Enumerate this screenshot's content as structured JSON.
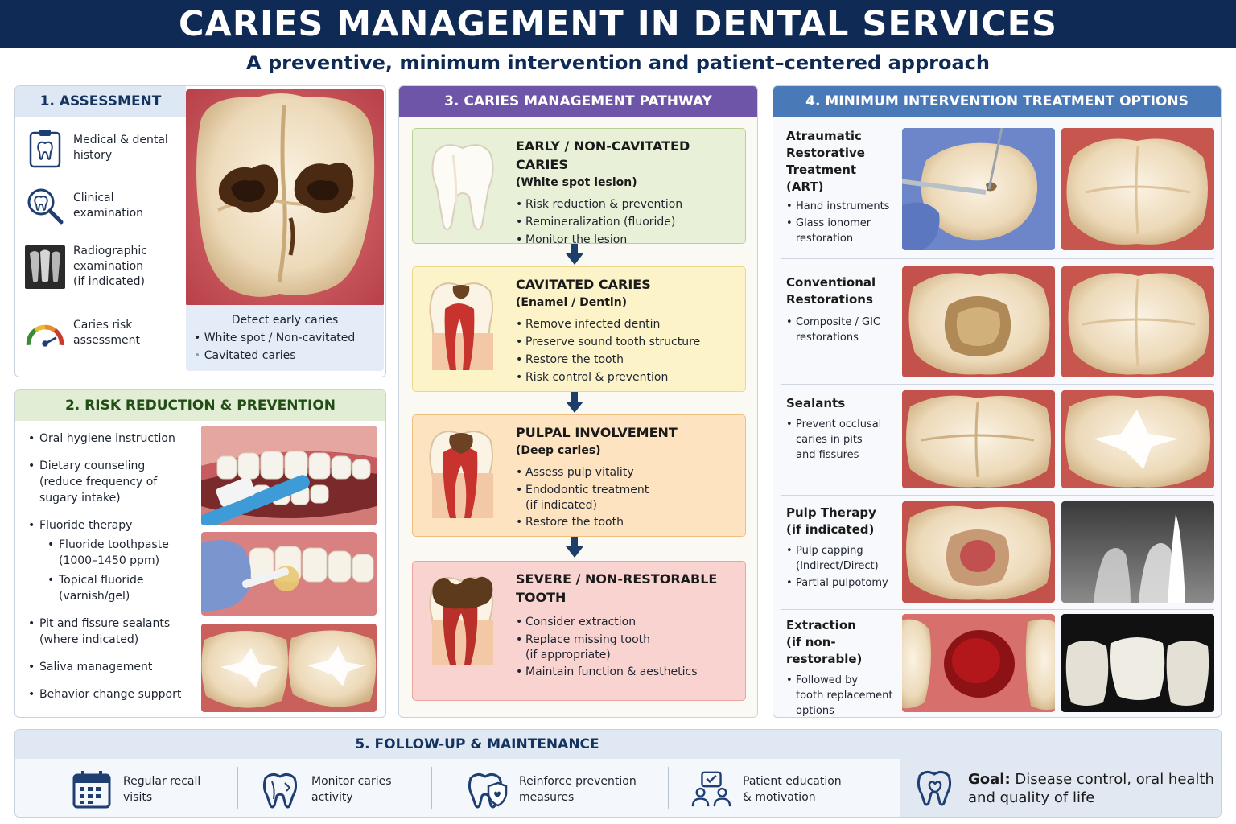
{
  "header": {
    "title": "CARIES MANAGEMENT IN DENTAL SERVICES",
    "subtitle": "A preventive, minimum intervention and patient–centered approach"
  },
  "assessment": {
    "title": "1. ASSESSMENT",
    "items": [
      {
        "icon": "clipboard-tooth-icon",
        "line1": "Medical & dental",
        "line2": "history",
        "line3": ""
      },
      {
        "icon": "magnifier-tooth-icon",
        "line1": "Clinical",
        "line2": "examination",
        "line3": ""
      },
      {
        "icon": "xray-icon",
        "line1": "Radiographic",
        "line2": "examination",
        "line3": "(if indicated)"
      },
      {
        "icon": "risk-gauge-icon",
        "line1": "Caries risk",
        "line2": "assessment",
        "line3": ""
      }
    ],
    "detect_title": "Detect early caries",
    "detect_items": [
      "White spot / Non-cavitated",
      "Cavitated caries"
    ]
  },
  "prevention": {
    "title": "2. RISK REDUCTION & PREVENTION",
    "items": {
      "oral_hygiene": "Oral hygiene instruction",
      "dietary_1": "Dietary counseling",
      "dietary_2": "(reduce frequency of",
      "dietary_3": "sugary intake)",
      "fluoride": "Fluoride therapy",
      "toothpaste_1": "Fluoride toothpaste",
      "toothpaste_2": "(1000–1450 ppm)",
      "topical_1": "Topical fluoride",
      "topical_2": "(varnish/gel)",
      "sealants_1": "Pit and fissure sealants",
      "sealants_2": "(where indicated)",
      "saliva": "Saliva management",
      "behavior": "Behavior change support"
    }
  },
  "pathway": {
    "title": "3. CARIES MANAGEMENT PATHWAY",
    "stages": [
      {
        "title": "EARLY / NON-CAVITATED CARIES",
        "subtitle": "(White spot lesion)",
        "items": [
          "Risk reduction & prevention",
          "Remineralization (fluoride)",
          "Monitor the lesion"
        ]
      },
      {
        "title": "CAVITATED CARIES",
        "subtitle": "(Enamel / Dentin)",
        "items": [
          "Remove infected dentin",
          "Preserve sound tooth structure",
          "Restore the tooth",
          "Risk control & prevention"
        ]
      },
      {
        "title": "PULPAL INVOLVEMENT",
        "subtitle": "(Deep caries)",
        "items": [
          "Assess pulp vitality",
          "Endodontic treatment",
          "Restore the tooth"
        ],
        "cont": "(if indicated)"
      },
      {
        "title": "SEVERE / NON-RESTORABLE TOOTH",
        "subtitle": "",
        "items": [
          "Consider extraction",
          "Replace missing tooth",
          "Maintain function & aesthetics"
        ],
        "cont": "(if appropriate)"
      }
    ]
  },
  "treatment": {
    "title": "4. MINIMUM INTERVENTION TREATMENT OPTIONS",
    "art": {
      "t1": "Atraumatic",
      "t2": "Restorative",
      "t3": "Treatment",
      "t4": "(ART)",
      "b1": "Hand instruments",
      "b2a": "Glass ionomer",
      "b2b": "restoration"
    },
    "conventional": {
      "t1": "Conventional",
      "t2": "Restorations",
      "b1a": "Composite / GIC",
      "b1b": "restorations"
    },
    "sealants": {
      "t1": "Sealants",
      "b1a": "Prevent occlusal",
      "b1b": "caries in pits",
      "b1c": "and fissures"
    },
    "pulp": {
      "t1": "Pulp Therapy",
      "t2": "(if indicated)",
      "b1a": "Pulp capping",
      "b1b": "(Indirect/Direct)",
      "b2": "Partial pulpotomy"
    },
    "extraction": {
      "t1": "Extraction",
      "t2": "(if non-restorable)",
      "b1a": "Followed by",
      "b1b": "tooth replacement",
      "b1c": "options"
    }
  },
  "followup": {
    "title": "5. FOLLOW-UP & MAINTENANCE",
    "items": [
      {
        "icon": "calendar-icon",
        "line1": "Regular recall",
        "line2": "visits"
      },
      {
        "icon": "tooth-monitor-icon",
        "line1": "Monitor caries",
        "line2": "activity"
      },
      {
        "icon": "tooth-shield-icon",
        "line1": "Reinforce prevention",
        "line2": "measures"
      },
      {
        "icon": "people-education-icon",
        "line1": "Patient education",
        "line2": "& motivation"
      }
    ],
    "goal_label": "Goal:",
    "goal_text1": "Disease control, oral health",
    "goal_text2": "and quality of life"
  },
  "colors": {
    "navy": "#0e2a55",
    "purple": "#6f55a7",
    "blue": "#4979b7",
    "green_stage": "#e8f1d8",
    "yellow_stage": "#fdf3c8",
    "orange_stage": "#fde3bf",
    "red_stage": "#f8d3cf"
  }
}
